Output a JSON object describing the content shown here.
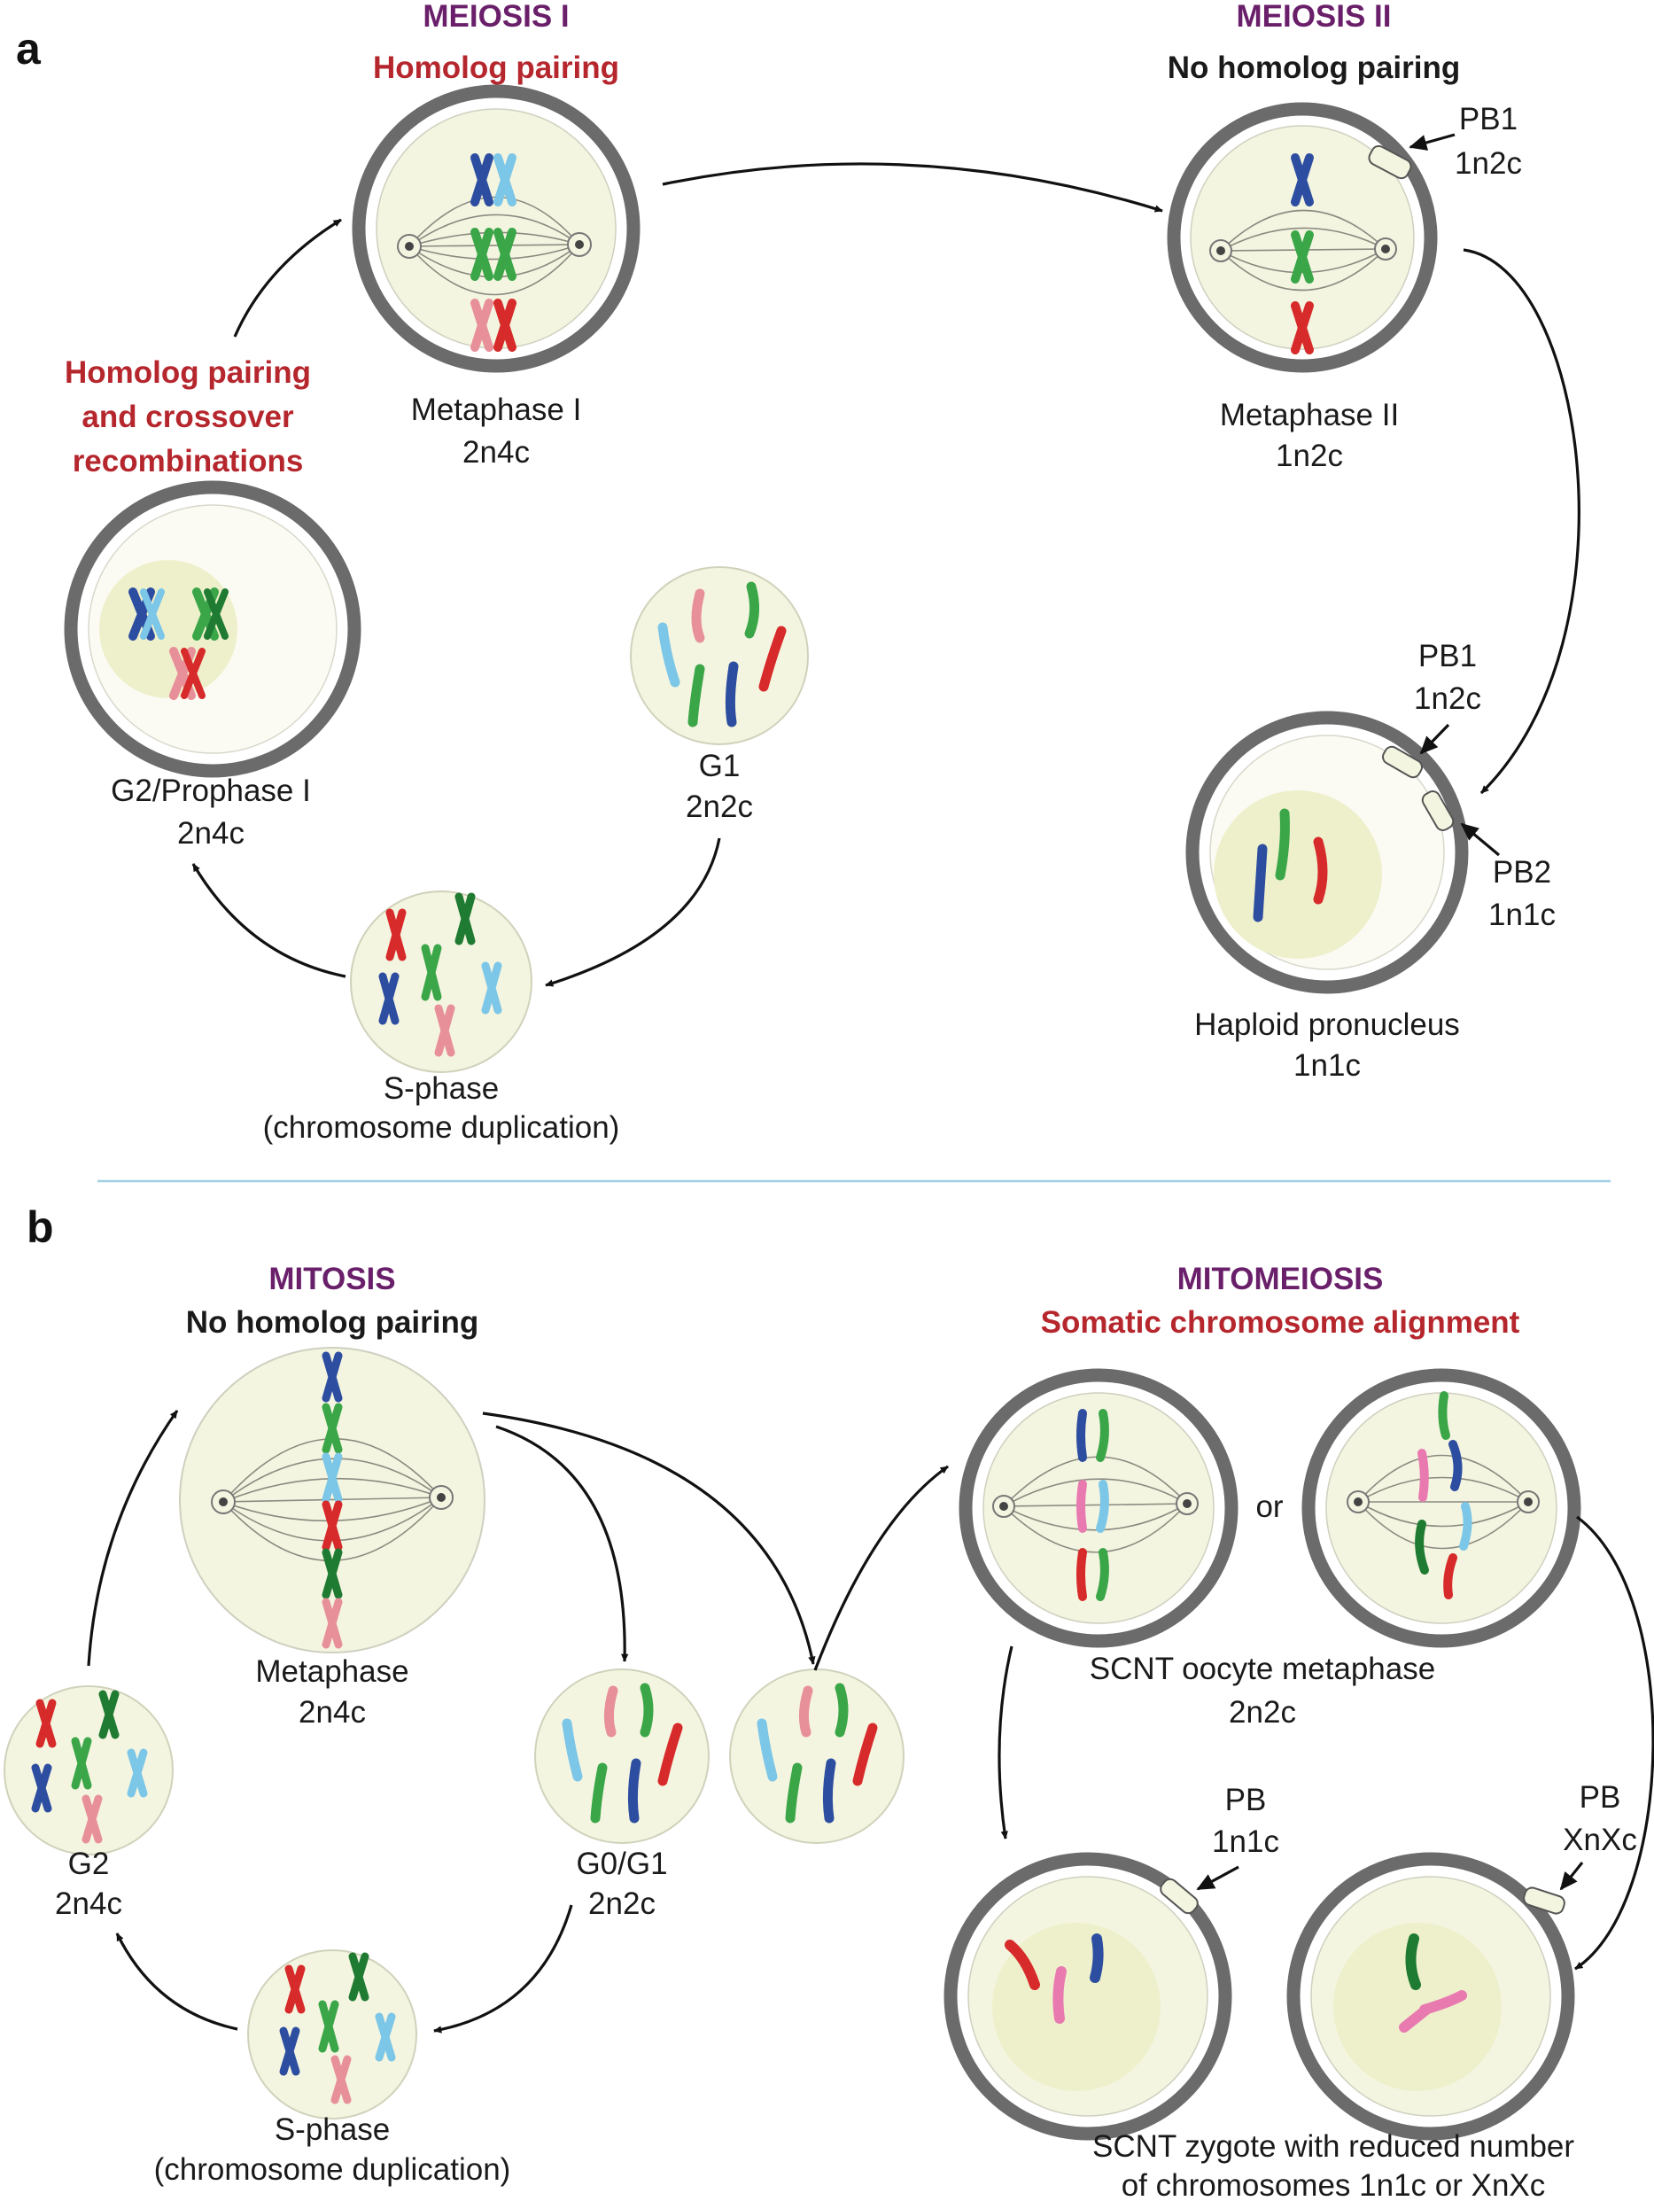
{
  "panel_a": {
    "letter": "a",
    "meiosis1": {
      "title": "MEIOSIS I",
      "subtitle": "Homolog pairing"
    },
    "meiosis2": {
      "title": "MEIOSIS II",
      "subtitle": "No homolog pairing"
    },
    "crossover_note": [
      "Homolog pairing",
      "and crossover",
      "recombinations"
    ],
    "metaphase1": {
      "name": "Metaphase I",
      "ploidy": "2n4c"
    },
    "metaphase2": {
      "name": "Metaphase II",
      "ploidy": "1n2c"
    },
    "pb1_top": {
      "name": "PB1",
      "ploidy": "1n2c"
    },
    "pb1_bottom": {
      "name": "PB1",
      "ploidy": "1n2c"
    },
    "pb2": {
      "name": "PB2",
      "ploidy": "1n1c"
    },
    "pronucleus": {
      "name": "Haploid pronucleus",
      "ploidy": "1n1c"
    },
    "g2_prophase": {
      "name": "G2/Prophase I",
      "ploidy": "2n4c"
    },
    "g1": {
      "name": "G1",
      "ploidy": "2n2c"
    },
    "sphase": {
      "name": "S-phase",
      "detail": "(chromosome duplication)"
    }
  },
  "panel_b": {
    "letter": "b",
    "mitosis": {
      "title": "MITOSIS",
      "subtitle": "No homolog pairing"
    },
    "mitomeiosis": {
      "title": "MITOMEIOSIS",
      "subtitle": "Somatic chromosome alignment"
    },
    "metaphase": {
      "name": "Metaphase",
      "ploidy": "2n4c"
    },
    "g2": {
      "name": "G2",
      "ploidy": "2n4c"
    },
    "g0g1": {
      "name": "G0/G1",
      "ploidy": "2n2c"
    },
    "sphase": {
      "name": "S-phase",
      "detail": "(chromosome duplication)"
    },
    "or_word": "or",
    "scnt_metaphase": {
      "name": "SCNT oocyte metaphase",
      "ploidy": "2n2c"
    },
    "pb_left": {
      "name": "PB",
      "ploidy": "1n1c"
    },
    "pb_right": {
      "name": "PB",
      "ploidy": "XnXc"
    },
    "zygote_caption": [
      "SCNT zygote  with reduced number",
      "of chromosomes 1n1c  or  XnXc"
    ]
  },
  "colors": {
    "cell_fill": "#f4f5e0",
    "nucleus_fill": "#eef0cc",
    "zona": "#6b6b6b",
    "divider": "#9ecfe3",
    "arrow": "#111111",
    "chr_dark_blue": "#2d4ea0",
    "chr_light_blue": "#7cc6e8",
    "chr_green": "#3aa648",
    "chr_dark_green": "#1f7a32",
    "chr_red": "#d72a2a",
    "chr_pink": "#e8909a",
    "chr_magenta_pink": "#e87ab0"
  }
}
